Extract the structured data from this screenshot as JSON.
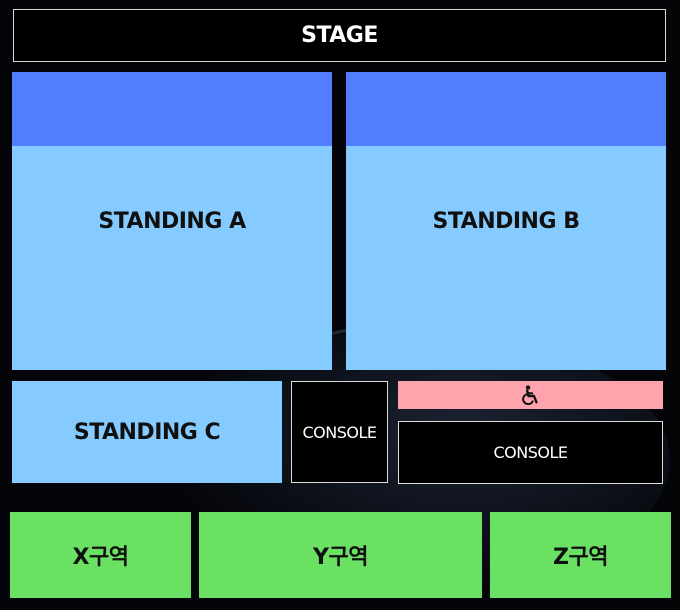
{
  "stage": {
    "label": "STAGE"
  },
  "standing": {
    "a": "STANDING A",
    "b": "STANDING B",
    "c": "STANDING C"
  },
  "console": {
    "left": "CONSOLE",
    "right": "CONSOLE"
  },
  "accessible": {
    "icon": "wheelchair-icon"
  },
  "blocks": {
    "x": "X구역",
    "y": "Y구역",
    "z": "Z구역"
  },
  "colors": {
    "background": "#040509",
    "stage": "#000000",
    "standing": "#85cbff",
    "standing_front": "#527dff",
    "console": "#000000",
    "accessible": "#ffa3ac",
    "blocks": "#6be164"
  }
}
